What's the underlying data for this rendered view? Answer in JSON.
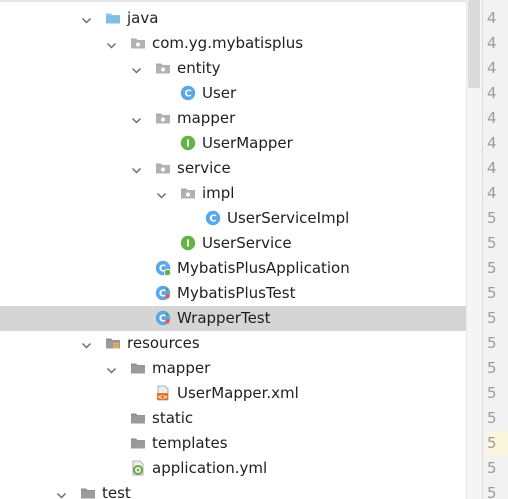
{
  "tree": [
    {
      "label": "java",
      "depth": 1,
      "arrow": "down",
      "icon": "folder-blue"
    },
    {
      "label": "com.yg.mybatisplus",
      "depth": 2,
      "arrow": "down",
      "icon": "package"
    },
    {
      "label": "entity",
      "depth": 3,
      "arrow": "down",
      "icon": "package"
    },
    {
      "label": "User",
      "depth": 4,
      "arrow": "none",
      "icon": "class"
    },
    {
      "label": "mapper",
      "depth": 3,
      "arrow": "down",
      "icon": "package"
    },
    {
      "label": "UserMapper",
      "depth": 4,
      "arrow": "none",
      "icon": "interface"
    },
    {
      "label": "service",
      "depth": 3,
      "arrow": "down",
      "icon": "package"
    },
    {
      "label": "impl",
      "depth": 4,
      "arrow": "down",
      "icon": "package"
    },
    {
      "label": "UserServiceImpl",
      "depth": 5,
      "arrow": "none",
      "icon": "class"
    },
    {
      "label": "UserService",
      "depth": 4,
      "arrow": "none",
      "icon": "interface"
    },
    {
      "label": "MybatisPlusApplication",
      "depth": 3,
      "arrow": "none",
      "icon": "spring-class"
    },
    {
      "label": "MybatisPlusTest",
      "depth": 3,
      "arrow": "none",
      "icon": "test-class"
    },
    {
      "label": "WrapperTest",
      "depth": 3,
      "arrow": "none",
      "icon": "test-class",
      "selected": true
    },
    {
      "label": "resources",
      "depth": 1,
      "arrow": "down",
      "icon": "resources-folder"
    },
    {
      "label": "mapper",
      "depth": 2,
      "arrow": "down",
      "icon": "folder-gray"
    },
    {
      "label": "UserMapper.xml",
      "depth": 3,
      "arrow": "none",
      "icon": "xml-file"
    },
    {
      "label": "static",
      "depth": 2,
      "arrow": "none",
      "icon": "folder-gray"
    },
    {
      "label": "templates",
      "depth": 2,
      "arrow": "none",
      "icon": "folder-gray"
    },
    {
      "label": "application.yml",
      "depth": 2,
      "arrow": "none",
      "icon": "yml-file"
    },
    {
      "label": "test",
      "depth": 0,
      "arrow": "down",
      "icon": "folder-gray"
    }
  ],
  "line_numbers": [
    "4",
    "4",
    "4",
    "4",
    "4",
    "4",
    "4",
    "4",
    "5",
    "5",
    "5",
    "5",
    "5",
    "5",
    "5",
    "5",
    "5",
    "5",
    "5",
    "5"
  ],
  "highlighted_line_index": 17,
  "colors": {
    "selection": "#d5d5d5",
    "class_icon": "#5aa9e6",
    "interface_icon": "#62b543",
    "folder_blue": "#8ec9ea",
    "folder_gray": "#9a9a9a",
    "xml_icon": "#e0772a",
    "spring_green": "#6bab48",
    "text": "#1f1f1f"
  }
}
